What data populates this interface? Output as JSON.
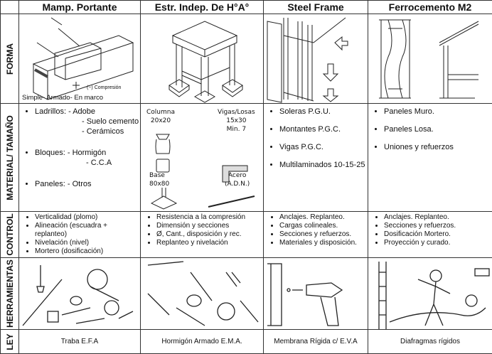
{
  "headers": [
    "Mamp. Portante",
    "Estr. Indep. De H°A°",
    "Steel Frame",
    "Ferrocemento M2"
  ],
  "rows": {
    "forma": {
      "label": "FORMA",
      "mamp_caption": "Simple- Armado- En marco",
      "mamp_note": "(−) Compresión"
    },
    "material": {
      "label": "MATERIAL/ TAMAÑO",
      "mamp": {
        "ladrillos": "Ladrillos:  - Adobe",
        "ladrillos_2": "- Suelo cemento",
        "ladrillos_3": "- Cerámicos",
        "bloques": "Bloques:  - Hormigón",
        "bloques_2": "-  C.C.A",
        "paneles": "Paneles:  - Otros"
      },
      "estr": {
        "columna": "Columna",
        "columna_size": "20x20",
        "vigas": "Vigas/Losas",
        "vigas_size": "15x30",
        "vigas_min": "Min. 7",
        "base": "Base",
        "base_size": "80x80",
        "acero": "Acero",
        "acero_type": "(A.D.N.)"
      },
      "steel": [
        "Soleras   P.G.U.",
        "Montantes  P.G.C.",
        "Vigas    P.G.C.",
        "Multilaminados 10-15-25"
      ],
      "ferro": [
        "Paneles Muro.",
        "Paneles Losa.",
        "Uniones y refuerzos"
      ]
    },
    "control": {
      "label": "CONTROL",
      "mamp": [
        "Verticalidad (plomo)",
        "Alineación (escuadra + replanteo)",
        "Nivelación (nivel)",
        "Mortero (dosificación)"
      ],
      "estr": [
        "Resistencia a la compresión",
        "Dimensión y secciones",
        "Ø, Cant., disposición y rec.",
        "Replanteo y nivelación"
      ],
      "steel": [
        "Anclajes. Replanteo.",
        "Cargas colineales.",
        "Secciones y refuerzos.",
        "Materiales y disposición."
      ],
      "ferro": [
        "Anclajes. Replanteo.",
        "Secciones y refuerzos.",
        "Dosificación Mortero.",
        "Proyección y curado."
      ]
    },
    "herramientas": {
      "label": "HERRAMIENTAS"
    },
    "ley": {
      "label": "LEY",
      "values": [
        "Traba E.F.A",
        "Hormigón Armado E.M.A.",
        "Membrana Rígida c/ E.V.A",
        "Diafragmas rígidos"
      ]
    }
  }
}
